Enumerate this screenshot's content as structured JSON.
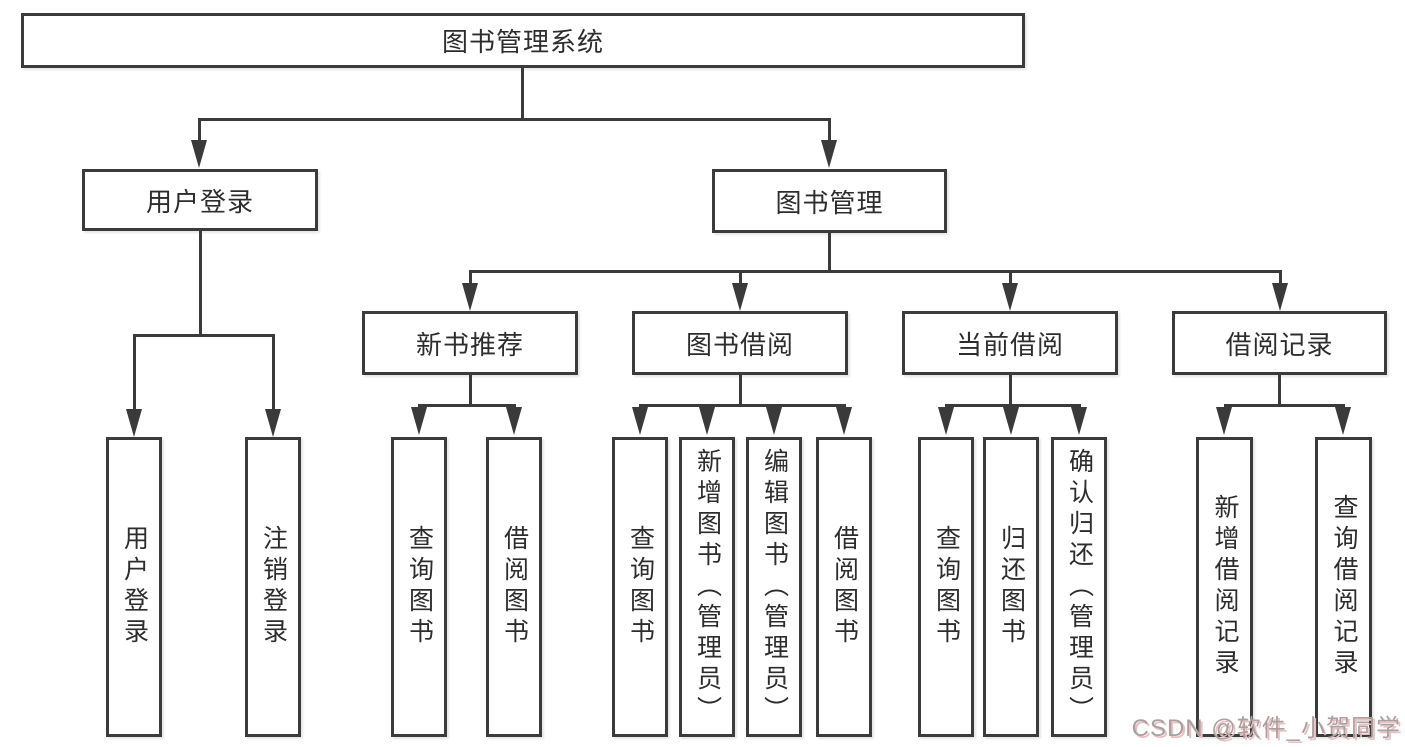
{
  "diagram": {
    "root": {
      "label": "图书管理系统"
    },
    "level2": [
      {
        "label": "用户登录"
      },
      {
        "label": "图书管理"
      }
    ],
    "level3": [
      {
        "label": "新书推荐"
      },
      {
        "label": "图书借阅"
      },
      {
        "label": "当前借阅"
      },
      {
        "label": "借阅记录"
      }
    ],
    "leaves": {
      "user_login": [
        {
          "label": "用户登录"
        },
        {
          "label": "注销登录"
        }
      ],
      "new_book": [
        {
          "label": "查询图书"
        },
        {
          "label": "借阅图书"
        }
      ],
      "book_borrow": [
        {
          "label": "查询图书"
        },
        {
          "label": "新增图书（管理员）"
        },
        {
          "label": "编辑图书（管理员）"
        },
        {
          "label": "借阅图书"
        }
      ],
      "current_borrow": [
        {
          "label": "查询图书"
        },
        {
          "label": "归还图书"
        },
        {
          "label": "确认归还（管理员）"
        }
      ],
      "borrow_record": [
        {
          "label": "新增借阅记录"
        },
        {
          "label": "查询借阅记录"
        }
      ]
    },
    "watermark": "CSDN @软件_小贺同学",
    "colors": {
      "line": "#3a3a3a",
      "text": "#2d2d2d",
      "watermark": "#a3a3a3",
      "watermark_shadow": "#f3bcc0"
    }
  }
}
